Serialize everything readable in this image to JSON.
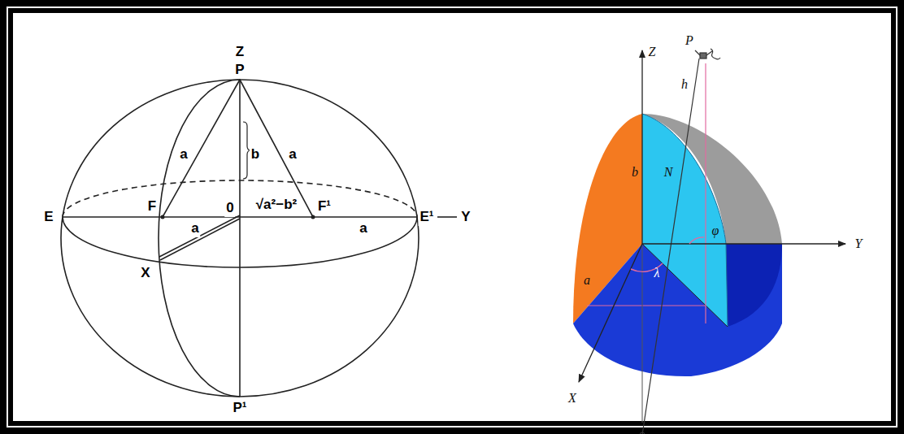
{
  "diagram": {
    "labels": [
      "Z",
      "P",
      "a",
      "b",
      "a",
      "E",
      "F",
      "0",
      "√a²−b²",
      "F¹",
      "a",
      "E¹",
      "Y",
      "a",
      "X",
      "P¹",
      "Z",
      "P",
      "h",
      "b",
      "N",
      "φ",
      "a",
      "λ",
      "Y",
      "X"
    ]
  }
}
